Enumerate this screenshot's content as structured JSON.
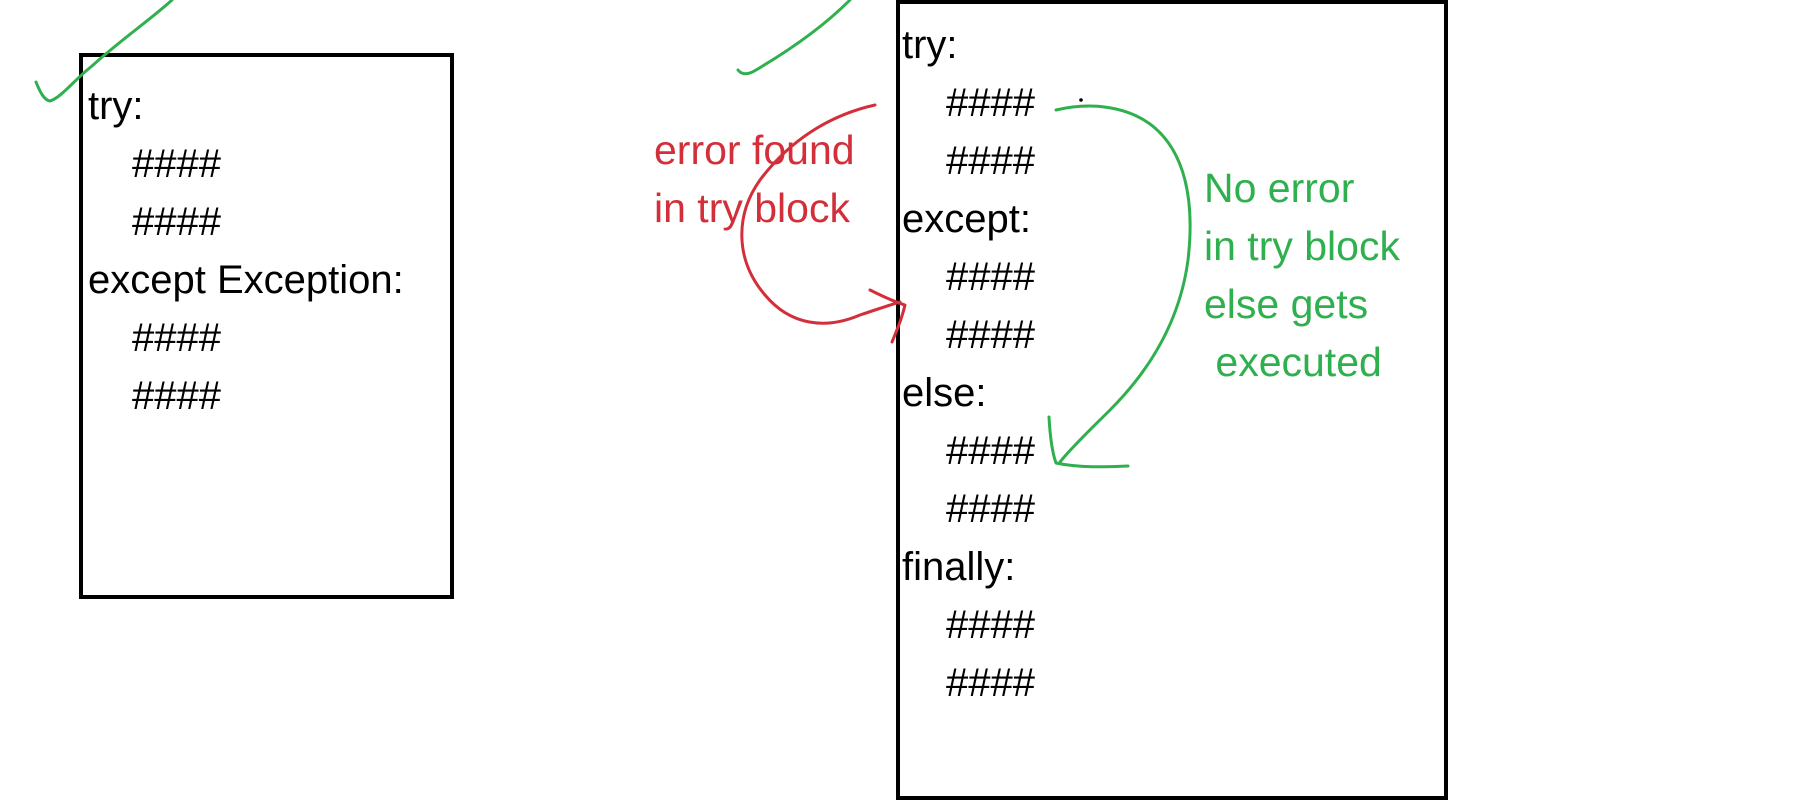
{
  "left_block": {
    "lines": [
      "try:",
      "####",
      "####",
      "except Exception:",
      "####",
      "####"
    ]
  },
  "right_block": {
    "lines": [
      "try:",
      "####",
      "####",
      "except:",
      "####",
      "####",
      "else:",
      "####",
      "####",
      "finally:",
      "####",
      "####"
    ]
  },
  "annotations": {
    "error_note": [
      "error found",
      "in try block"
    ],
    "success_note": [
      "No error",
      "in try block",
      "else gets",
      " executed"
    ]
  },
  "colors": {
    "error": "#d32f3a",
    "success": "#2fb04e",
    "ink": "#000000"
  }
}
